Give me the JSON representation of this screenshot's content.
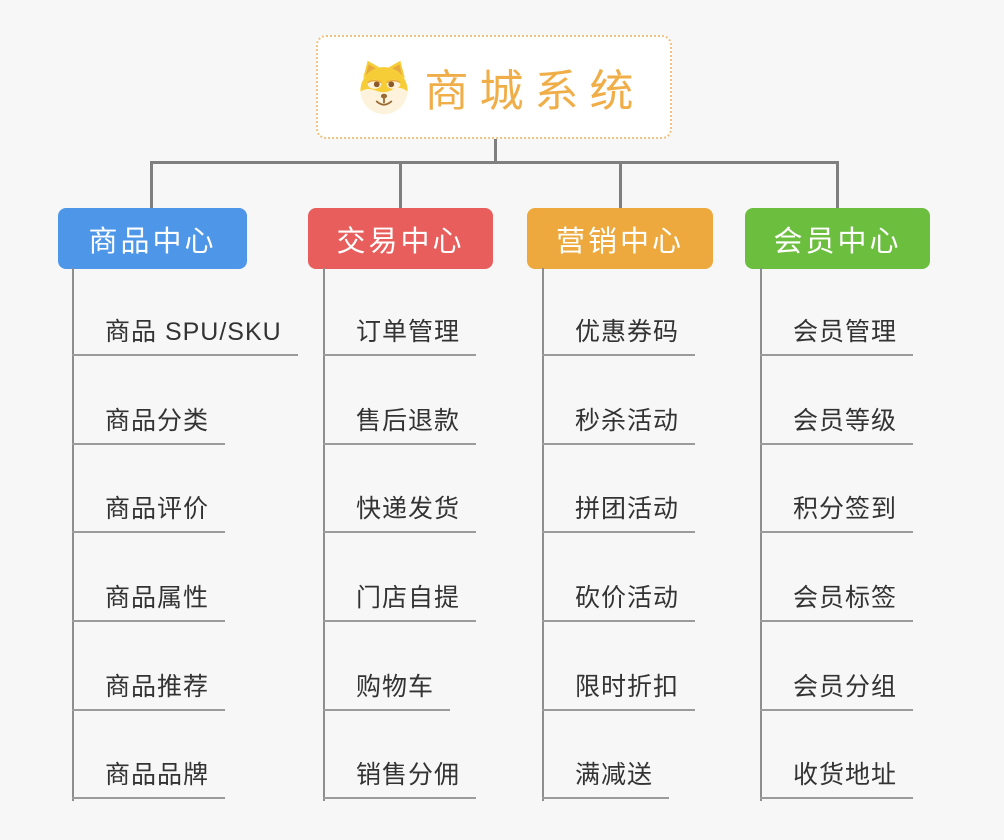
{
  "page": {
    "background_color": "#f7f7f7",
    "connector_color": "#7f7f7f",
    "underline_color": "#9b9b9b"
  },
  "root": {
    "title": "商城系统",
    "icon": "doge-face-icon",
    "text_color": "#f0ae49",
    "border_color": "#f2c180"
  },
  "branches": [
    {
      "label": "商品中心",
      "color": "#4d96e8",
      "items": [
        "商品 SPU/SKU",
        "商品分类",
        "商品评价",
        "商品属性",
        "商品推荐",
        "商品品牌"
      ]
    },
    {
      "label": "交易中心",
      "color": "#e85e5c",
      "items": [
        "订单管理",
        "售后退款",
        "快递发货",
        "门店自提",
        "购物车",
        "销售分佣"
      ]
    },
    {
      "label": "营销中心",
      "color": "#eda93d",
      "items": [
        "优惠券码",
        "秒杀活动",
        "拼团活动",
        "砍价活动",
        "限时折扣",
        "满减送"
      ]
    },
    {
      "label": "会员中心",
      "color": "#6cbe3f",
      "items": [
        "会员管理",
        "会员等级",
        "积分签到",
        "会员标签",
        "会员分组",
        "收货地址"
      ]
    }
  ]
}
